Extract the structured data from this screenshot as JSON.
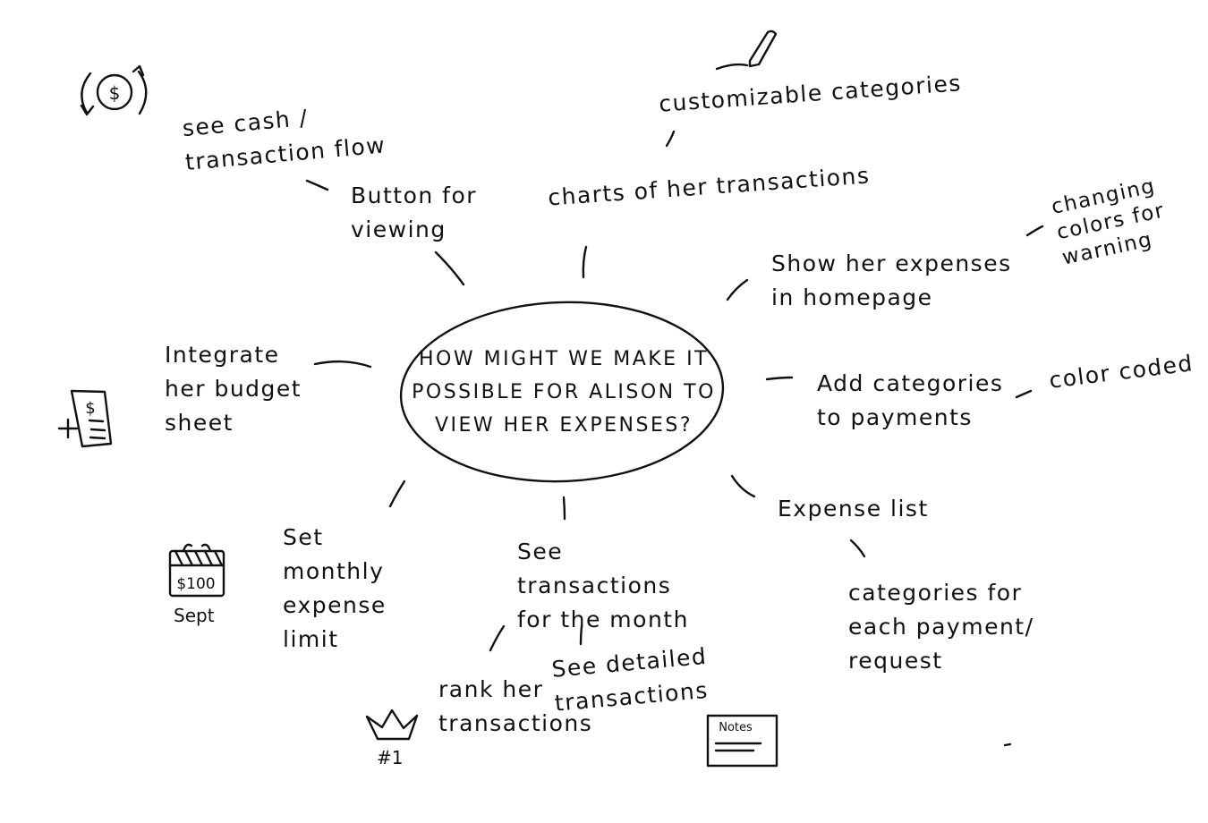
{
  "center": {
    "question": "HOW MIGHT WE MAKE IT POSSIBLE FOR ALISON TO VIEW HER EXPENSES?"
  },
  "ideas": {
    "cash_flow": "see cash / transaction flow",
    "button_viewing": "Button for viewing",
    "charts": "charts of her transactions",
    "custom_categories": "customizable categories",
    "show_expenses": "Show her expenses in homepage",
    "changing_colors": "changing colors for warning",
    "add_categories": "Add categories to payments",
    "color_coded": "color coded",
    "expense_list": "Expense list",
    "categories_each": "categories for each payment/ request",
    "see_transactions": "See transactions for the month",
    "detailed_transactions": "See detailed transactions",
    "rank_transactions": "rank her transactions",
    "set_limit": "Set monthly expense limit",
    "integrate_budget": "Integrate her budget sheet"
  },
  "icons": {
    "calendar_amount": "$100",
    "calendar_month": "Sept",
    "rank_number": "#1",
    "notes_title": "Notes",
    "budget_symbol": "$",
    "money_symbol": "$"
  }
}
